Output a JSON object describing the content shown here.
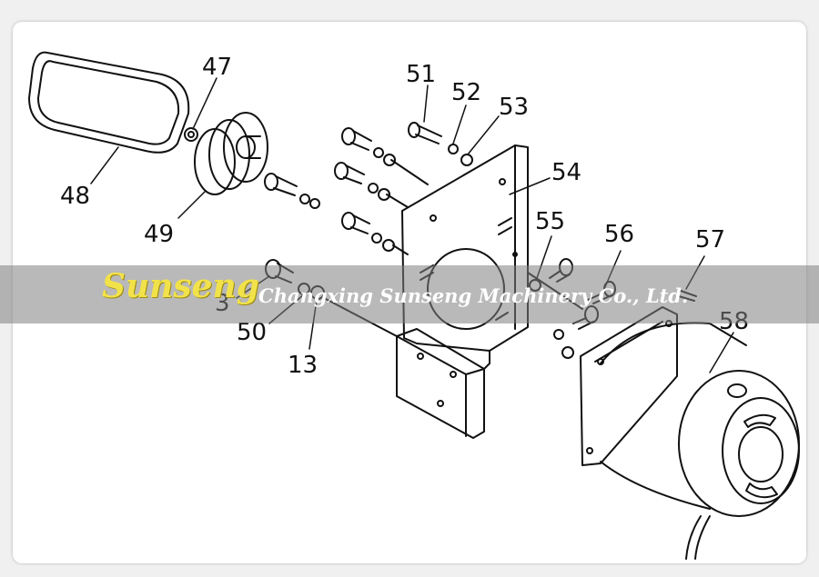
{
  "watermark": {
    "brand": "Sunseng",
    "company": "Changxing Sunseng Machinery Co., Ltd."
  },
  "callouts": {
    "p13": "13",
    "p3": "3",
    "p47": "47",
    "p48": "48",
    "p49": "49",
    "p50": "50",
    "p51": "51",
    "p52": "52",
    "p53": "53",
    "p54": "54",
    "p55": "55",
    "p56": "56",
    "p57": "57",
    "p58": "58"
  }
}
